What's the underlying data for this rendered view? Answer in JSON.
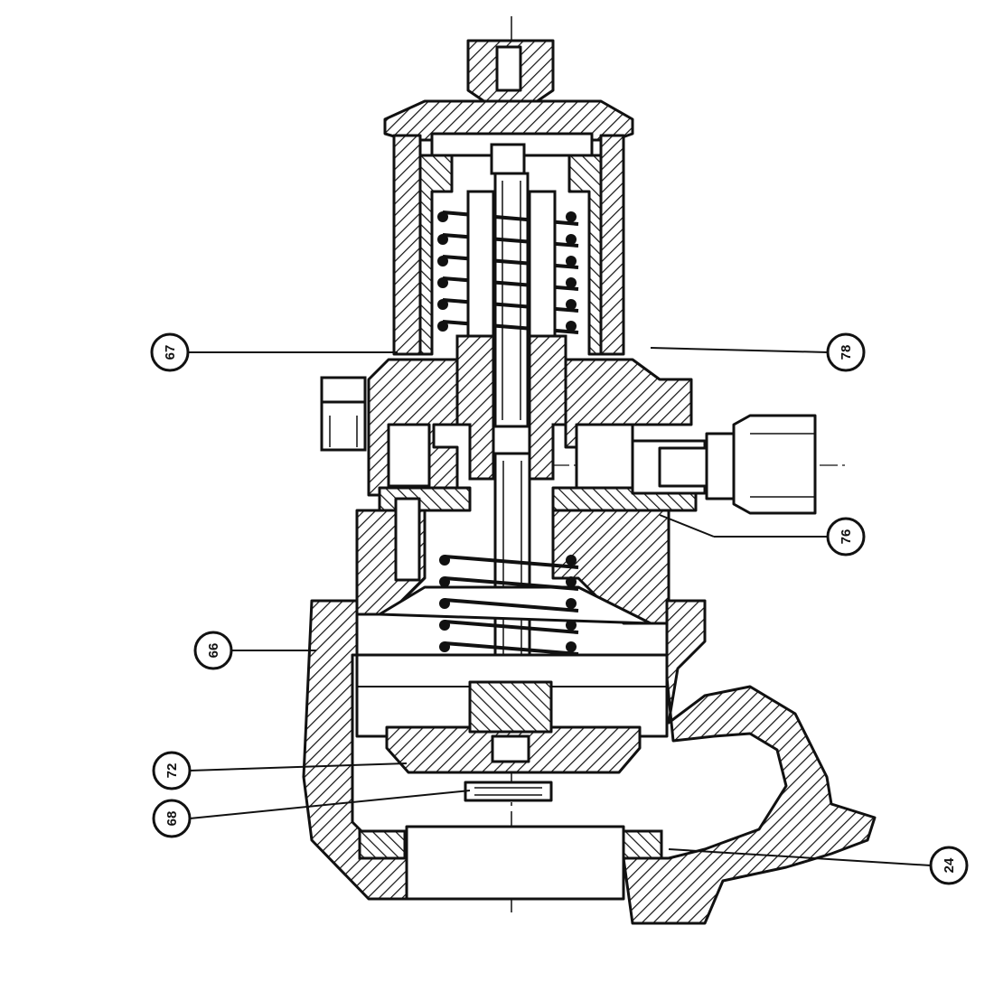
{
  "diagram": {
    "type": "cross-section technical drawing",
    "subject": "valve assembly",
    "colors": {
      "ink": "#111111",
      "background": "#ffffff",
      "hatch": "#111111"
    },
    "callouts": [
      {
        "id": "callout-67",
        "label": "67"
      },
      {
        "id": "callout-78",
        "label": "78"
      },
      {
        "id": "callout-76",
        "label": "76"
      },
      {
        "id": "callout-66",
        "label": "66"
      },
      {
        "id": "callout-72",
        "label": "72"
      },
      {
        "id": "callout-68",
        "label": "68"
      },
      {
        "id": "callout-24",
        "label": "24"
      }
    ]
  }
}
